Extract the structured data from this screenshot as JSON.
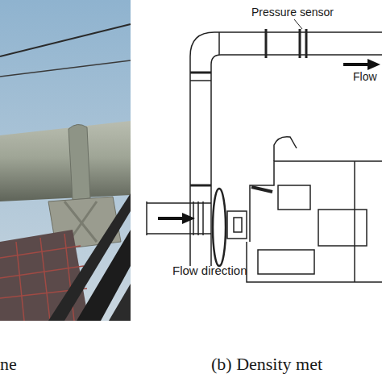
{
  "diagram": {
    "labels": [
      "Pressure sensor",
      "Flow",
      "Flow direction",
      "ne",
      "(b) Density met"
    ]
  }
}
